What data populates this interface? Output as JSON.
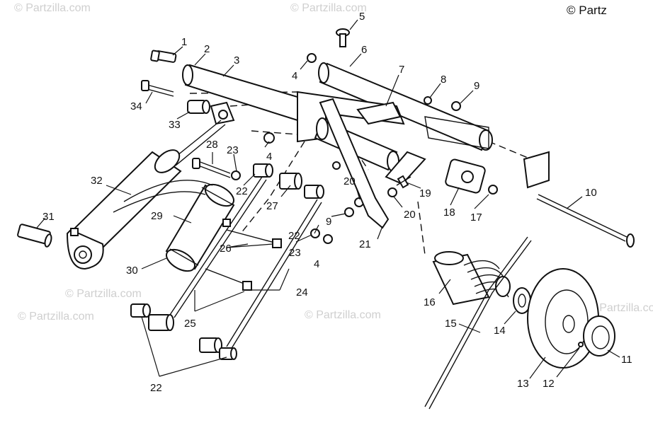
{
  "watermarks": {
    "brand": "© Partzilla.com",
    "corner": "© Partz"
  },
  "callouts": [
    "1",
    "2",
    "3",
    "4",
    "5",
    "6",
    "7",
    "8",
    "9",
    "10",
    "11",
    "12",
    "13",
    "14",
    "15",
    "16",
    "17",
    "18",
    "19",
    "20",
    "21",
    "22",
    "23",
    "24",
    "25",
    "26",
    "27",
    "28",
    "29",
    "30",
    "31",
    "32",
    "33",
    "34"
  ]
}
